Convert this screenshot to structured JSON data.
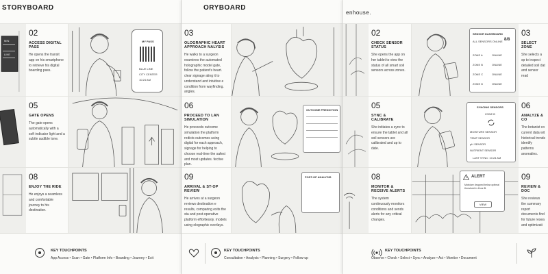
{
  "boards": {
    "transit": {
      "title": "STORYBOARD",
      "steps": [
        {
          "num": "02",
          "title": "ACCESS DIGITAL PASS",
          "desc": "He opens the transit app on his smartphone to retrieve his digital boarding pass."
        },
        {
          "num": "05",
          "title": "GATE OPENS",
          "desc": "The gate opens automatically with a soft indicator light and a subtle audible tone."
        },
        {
          "num": "08",
          "title": "ENJOY THE RIDE",
          "desc": "He enjoys a seamless and comfortable journey to his destination."
        }
      ],
      "phone": {
        "line1": "MY PASS",
        "line2": "BLUE LINE",
        "line3": "CITY CENTER",
        "line4": "10:24 AM"
      },
      "sign": {
        "lines": [
          "MIN",
          "LINE"
        ]
      },
      "footer": {
        "label": "KEY TOUCHPOINTS",
        "items": "App Access  •  Scan  •  Gate  •  Platform Info  •  Boarding  •  Journey  •  Exit"
      }
    },
    "medical": {
      "title": "ORYBOARD",
      "steps": [
        {
          "num": "03",
          "title": "OLOGRAPHIC HEART APPROACH NALYSIS",
          "desc": "He walks to a surgeon examines the automated holographic model gate, follow the patient's heart. clear signage ating it to understand and intuitive e condition from wayfinding. angles."
        },
        {
          "num": "06",
          "title": "PROCEED TO LAN SIMULATION",
          "desc": "He proceeds outcome simulation the platform redicts outcomes using digital for each approach, signage for helping to choose real-time the safest and most updates. fective plan."
        },
        {
          "num": "09",
          "title": "ARRIVAL & ST-OP REVIEW",
          "desc": "He arrives at a surgeon reviews destination e results, comparing exits the sta and post-operative platform effortlessly. models using olographic overlays."
        }
      ],
      "panel_label": "OUTCOME PREDICTION",
      "panel_label2": "POST-OP ANALYSIS",
      "footer": {
        "label": "KEY TOUCHPOINTS",
        "items": "Consultation  •  Analysis  •  Planning  •  Surgery  •  Follow-up"
      }
    },
    "greenhouse": {
      "title": "enhouse.",
      "steps": [
        {
          "num": "02",
          "title": "CHECK SENSOR STATUS",
          "desc": "She opens the app on her tablet to view the status of all smart soil sensors across zones."
        },
        {
          "num": "05",
          "title": "SYNC & CALIBRATE",
          "desc": "She initiates a sync to ensure the tablet and all soil sensors are calibrated and up to date."
        },
        {
          "num": "08",
          "title": "MONITOR & RECEIVE ALERTS",
          "desc": "The system continuously monitors conditions and sends alerts for any critical changes."
        }
      ],
      "side_steps": [
        {
          "num": "03",
          "title": "SELECT ZONE",
          "desc": "She selects a sp to inspect detailed soil dat and sensor read"
        },
        {
          "num": "06",
          "title": "ANALYZE & CO",
          "desc": "The botanist co current data wit historical trends identify patterns anomalies."
        },
        {
          "num": "09",
          "title": "REVIEW & DOC",
          "desc": "She reviews the summary report documents find for future resea and optimizati"
        }
      ],
      "dashboard": {
        "title": "SENSOR DASHBOARD",
        "subtitle": "ALL SENSORS ONLINE",
        "count": "8/8",
        "zones": [
          "ZONE A",
          "ZONE B",
          "ZONE C",
          "ZONE D"
        ],
        "status": "ONLINE"
      },
      "sync": {
        "title": "SYNCING SENSORS",
        "zone": "ZONE B",
        "items": [
          "MOISTURE SENSOR",
          "TEMP SENSOR",
          "pH SENSOR",
          "NUTRIENT SENSOR"
        ],
        "footer": "LAST SYNC: 10:24 AM"
      },
      "alert": {
        "title": "ALERT",
        "message": "Moisture dropped below optimal threshold in Zone B.",
        "button": "VIEW"
      },
      "footer": {
        "label": "KEY TOUCHPOINTS",
        "items": "Observe  •  Check  •  Select  •  Sync  •  Analyze  •  Act  •  Monitor  •  Document"
      }
    }
  },
  "colors": {
    "ink": "#1e1e1e",
    "paper": "#fbfbf9",
    "sketch_bg": "#efefec"
  }
}
